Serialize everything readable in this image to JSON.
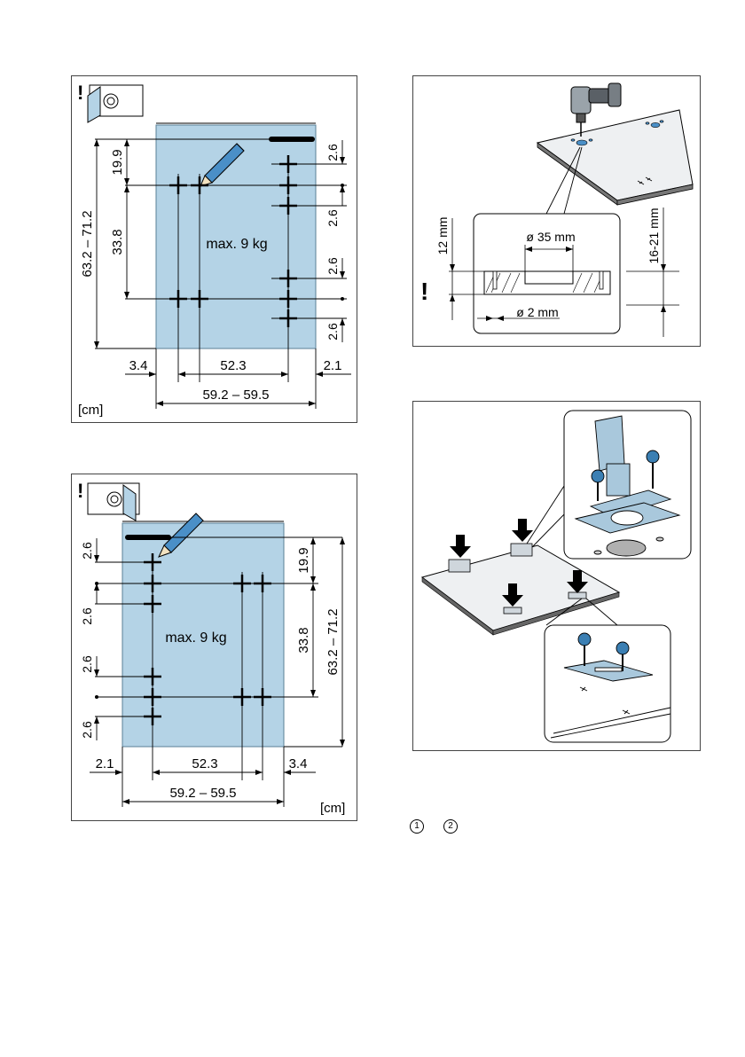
{
  "panel_a": {
    "weight": "max. 9 kg",
    "unit": "[cm]",
    "dims": {
      "top_offset": "19.9",
      "hole_spacing_v": "33.8",
      "door_height": "63.2 – 71.2",
      "gap": "2.6",
      "left_edge": "3.4",
      "hole_spacing_h": "52.3",
      "right_edge": "2.1",
      "door_width": "59.2 – 59.5"
    }
  },
  "panel_b": {
    "weight": "max. 9 kg",
    "unit": "[cm]",
    "dims": {
      "top_offset": "19.9",
      "hole_spacing_v": "33.8",
      "door_height": "63.2 – 71.2",
      "gap": "2.6",
      "left_edge": "2.1",
      "hole_spacing_h": "52.3",
      "right_edge": "3.4",
      "door_width": "59.2 – 59.5"
    }
  },
  "panel_c": {
    "depth": "12 mm",
    "hinge_hole": "ø 35 mm",
    "pilot_hole": "ø 2 mm",
    "thickness": "16-21 mm"
  },
  "steps": {
    "one": "1",
    "two": "2"
  },
  "colors": {
    "door": "#b4d3e6",
    "hinge": "#a9c8dc",
    "line": "#000000",
    "border": "#444444"
  }
}
